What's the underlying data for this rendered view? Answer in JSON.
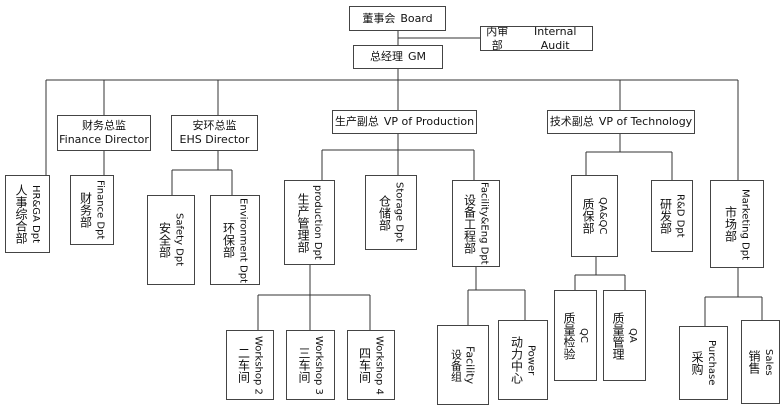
{
  "org_chart": {
    "board": {
      "cn": "董事会",
      "en": "Board"
    },
    "audit": {
      "cn": "内审部",
      "en": "Internal Audit"
    },
    "gm": {
      "cn": "总经理",
      "en": "GM"
    },
    "finance_director": {
      "cn": "财务总监",
      "en": "Finance Director"
    },
    "ehs_director": {
      "cn": "安环总监",
      "en": "EHS Director"
    },
    "vp_production": {
      "cn": "生产副总",
      "en": "VP of Production"
    },
    "vp_technology": {
      "cn": "技术副总",
      "en": "VP of Technology"
    },
    "hr_ga": {
      "cn": "人事综合部",
      "en": "HR&GA Dpt"
    },
    "finance_dpt": {
      "cn": "财务部",
      "en": "Finance Dpt"
    },
    "safety_dpt": {
      "cn": "安全部",
      "en": "Safety Dpt"
    },
    "environment_dpt": {
      "cn": "环保部",
      "en": "Environment Dpt"
    },
    "production_dpt": {
      "cn": "生产管理部",
      "en": "production Dpt"
    },
    "storage_dpt": {
      "cn": "仓储部",
      "en": "Storage Dpt"
    },
    "facility_eng": {
      "cn": "设备工程部",
      "en": "Facility&Eng Dpt"
    },
    "qa_qc": {
      "cn": "质保部",
      "en": "QA&QC"
    },
    "rd": {
      "cn": "研发部",
      "en": "R&D Dpt"
    },
    "marketing": {
      "cn": "市场部",
      "en": "Marketing Dpt"
    },
    "workshop2": {
      "cn": "二车间",
      "en": "Workshop 2"
    },
    "workshop3": {
      "cn": "三车间",
      "en": "Workshop 3"
    },
    "workshop4": {
      "cn": "四车间",
      "en": "Workshop 4"
    },
    "facility": {
      "cn": "设备组",
      "en": "Facility"
    },
    "power": {
      "cn": "动力中心",
      "en": "Power"
    },
    "qc": {
      "cn": "质量检验",
      "en": "QC"
    },
    "qa": {
      "cn": "质量管理",
      "en": "QA"
    },
    "purchase": {
      "cn": "采购",
      "en": "Purchase"
    },
    "sales": {
      "cn": "销售",
      "en": "Sales"
    }
  }
}
